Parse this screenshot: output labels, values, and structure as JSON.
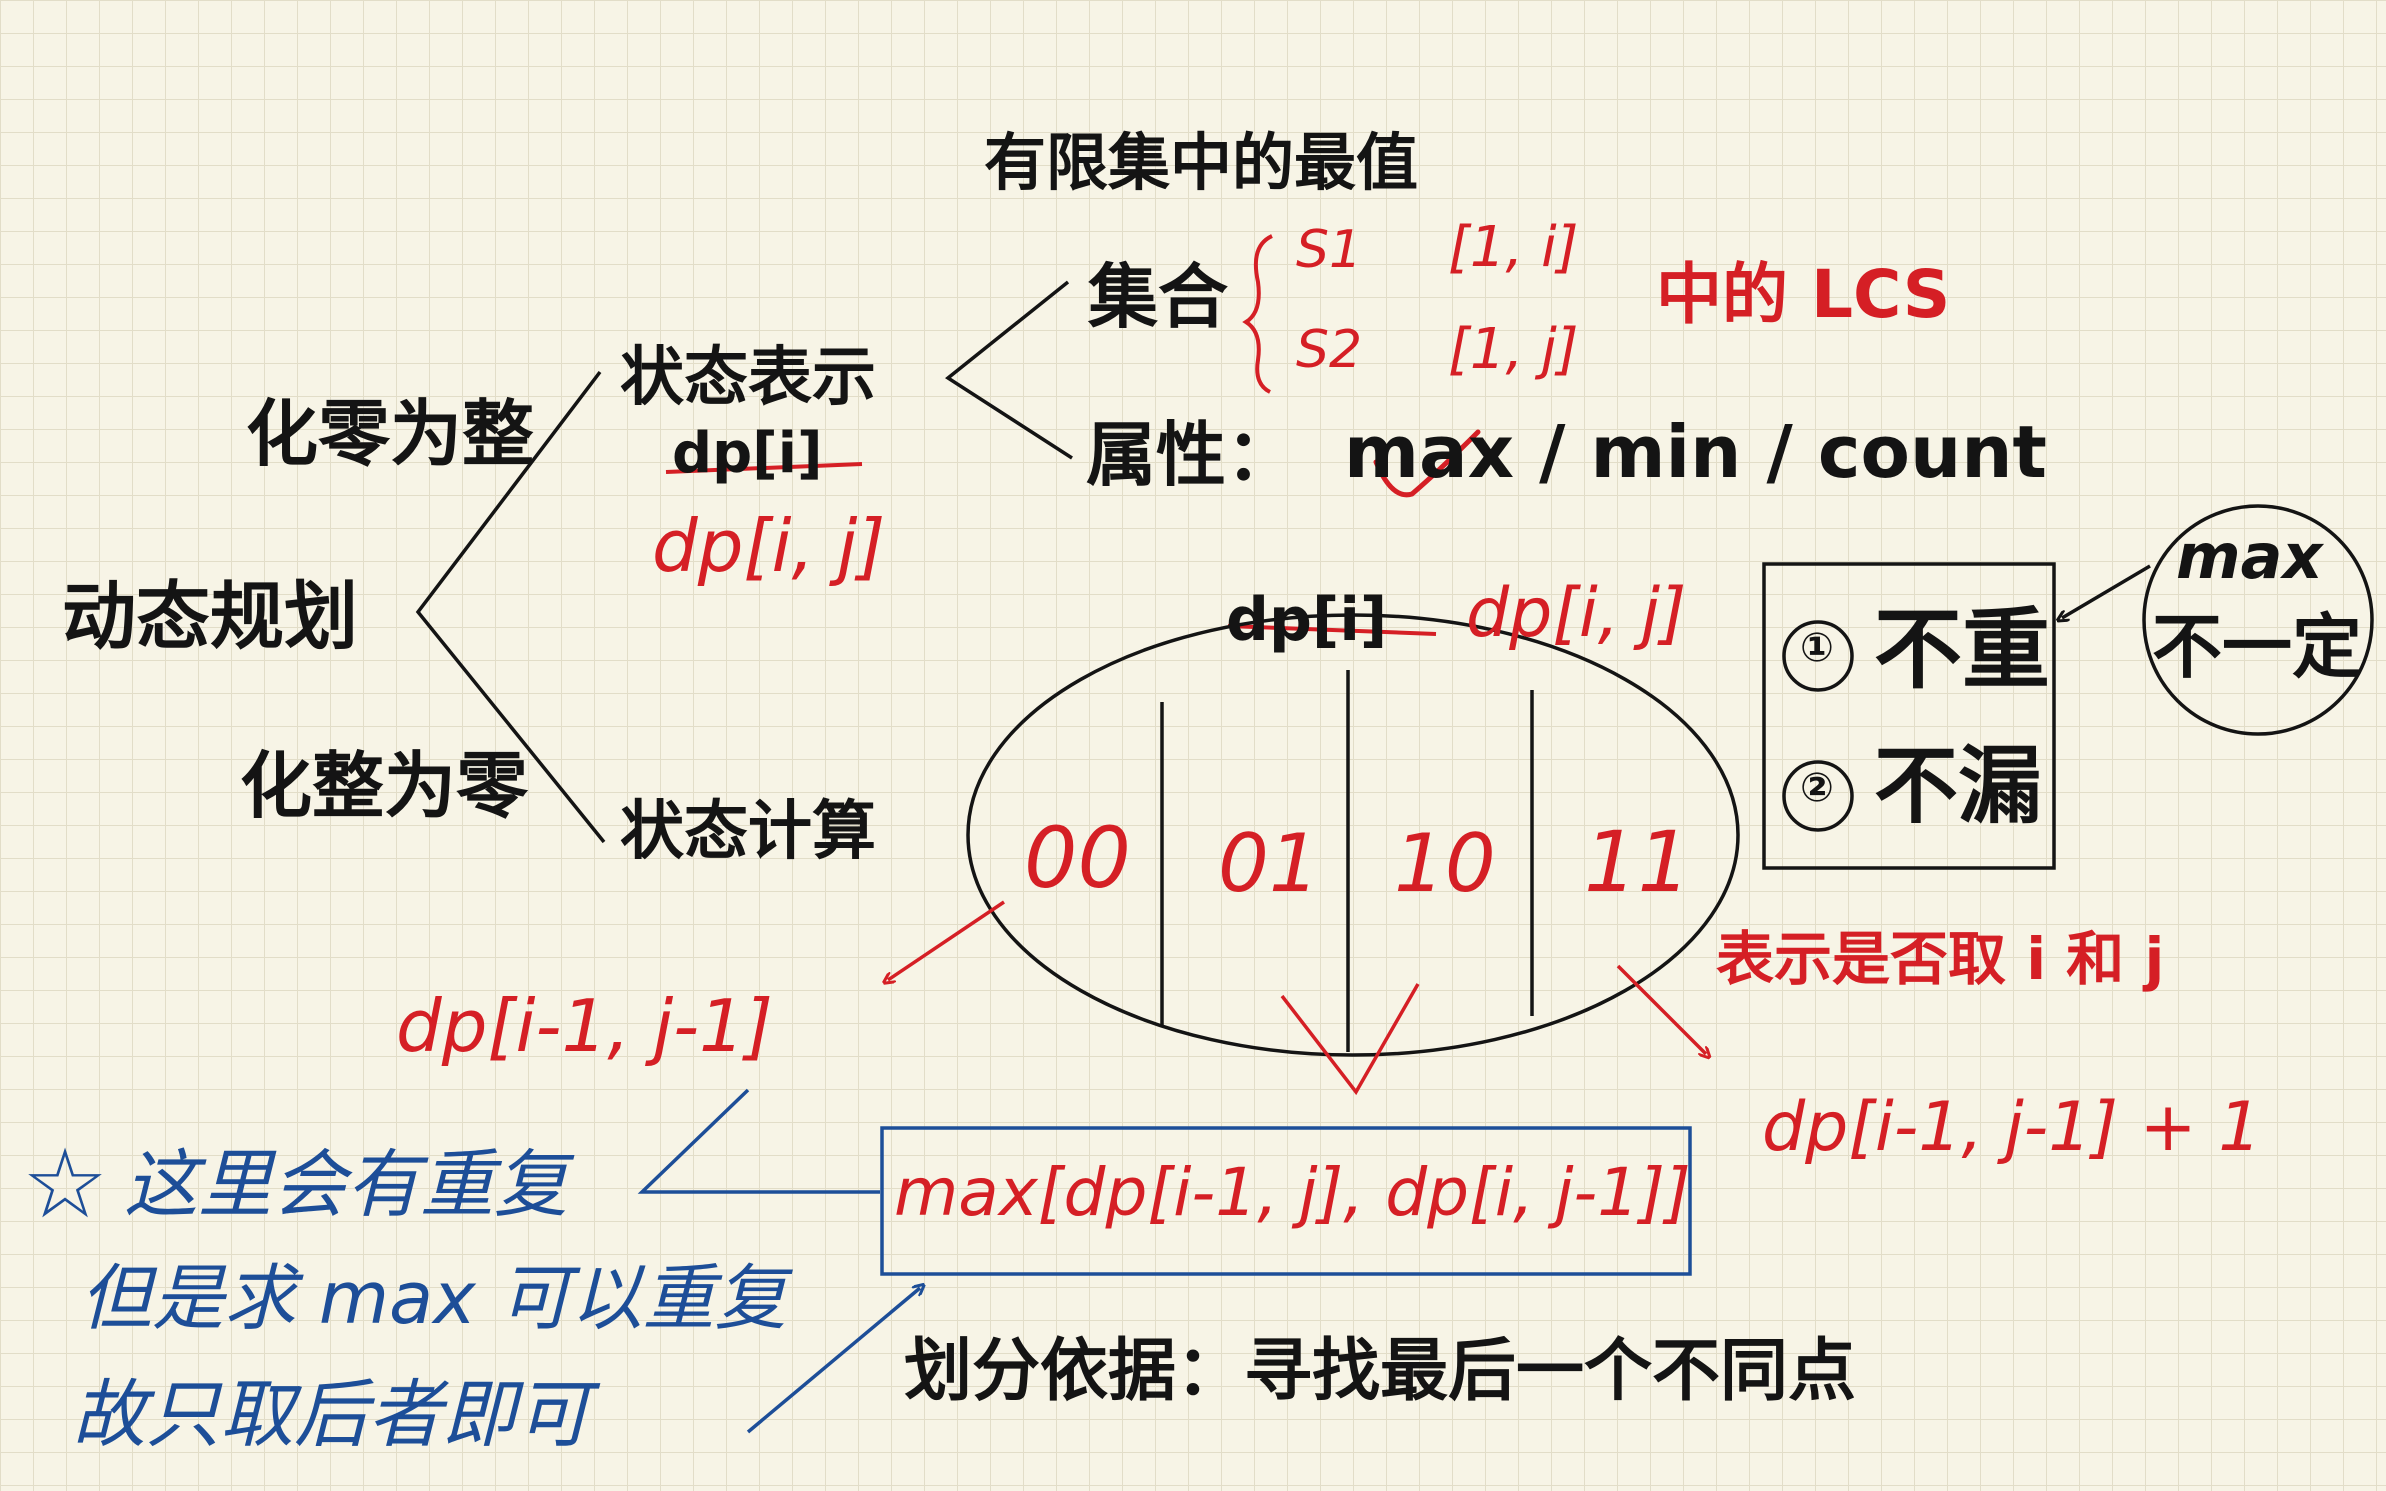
{
  "tree": {
    "root": "动态规划",
    "branch_top": "化零为整",
    "branch_bottom": "化整为零",
    "state_repr": "状态表示",
    "state_repr_struck": "dp[i]",
    "state_repr_fixed": "dp[i, j]",
    "state_calc": "状态计算"
  },
  "representation": {
    "header": "有限集中的最值",
    "set_label": "集合",
    "set_item_1": "S1",
    "set_range_1": "[1, i]",
    "set_item_2": "S2",
    "set_range_2": "[1, j]",
    "set_suffix": "中的 LCS",
    "attr_label": "属性：",
    "attr_values": "max / min / count"
  },
  "partition": {
    "label_struck": "dp[i]",
    "label": "dp[i, j]",
    "cells": [
      "00",
      "01",
      "10",
      "11"
    ],
    "left_result": "dp[i-1, j-1]",
    "middle_result": "max[dp[i-1, j], dp[i, j-1]]",
    "right_note": "表示是否取 i 和 j",
    "right_result": "dp[i-1, j-1] + 1"
  },
  "criteria_box": {
    "item_1_num": "①",
    "item_1": "不重",
    "item_2_num": "②",
    "item_2": "不漏"
  },
  "circle_note": {
    "line1": "max",
    "line2": "不一定"
  },
  "blue_note": {
    "star": "☆",
    "line1": "这里会有重复",
    "line2": "但是求 max 可以重复",
    "line3": "故只取后者即可"
  },
  "footer": "划分依据：寻找最后一个不同点",
  "colors": {
    "paper": "#f7f4e6",
    "grid": "#e2ddc8",
    "ink": "#141414",
    "red": "#d51f25",
    "blue": "#1d4e98"
  }
}
